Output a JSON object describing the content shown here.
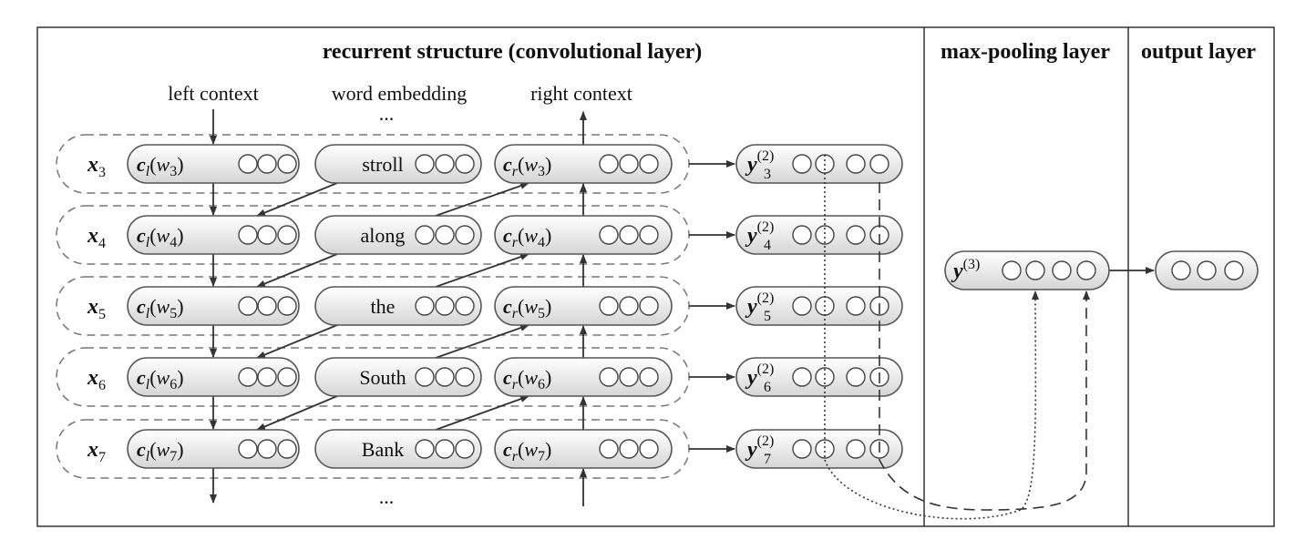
{
  "panels": {
    "recurrent_title": "recurrent structure (convolutional layer)",
    "maxpool_title": "max-pooling layer",
    "output_title": "output layer"
  },
  "column_headers": {
    "left": "left context",
    "middle": "word embedding",
    "right": "right context",
    "ellipsis_top": "...",
    "ellipsis_bottom": "..."
  },
  "rows": [
    {
      "x_index": "3",
      "word": "stroll",
      "w_index": "3",
      "y_index": "3",
      "y_sup": "(2)"
    },
    {
      "x_index": "4",
      "word": "along",
      "w_index": "4",
      "y_index": "4",
      "y_sup": "(2)"
    },
    {
      "x_index": "5",
      "word": "the",
      "w_index": "5",
      "y_index": "5",
      "y_sup": "(2)"
    },
    {
      "x_index": "6",
      "word": "South",
      "w_index": "6",
      "y_index": "6",
      "y_sup": "(2)"
    },
    {
      "x_index": "7",
      "word": "Bank",
      "w_index": "7",
      "y_index": "7",
      "y_sup": "(2)"
    }
  ],
  "symbols": {
    "x": "x",
    "c": "c",
    "w": "w",
    "l_sub": "l",
    "r_sub": "r",
    "y": "y"
  },
  "maxpool_node": {
    "label": "y",
    "sup": "(3)"
  },
  "colors": {
    "border": "#333333",
    "pill_top": "#ffffff",
    "pill_bottom": "#d6d6d6",
    "arrow": "#333333",
    "dashed_group": "#777777"
  }
}
